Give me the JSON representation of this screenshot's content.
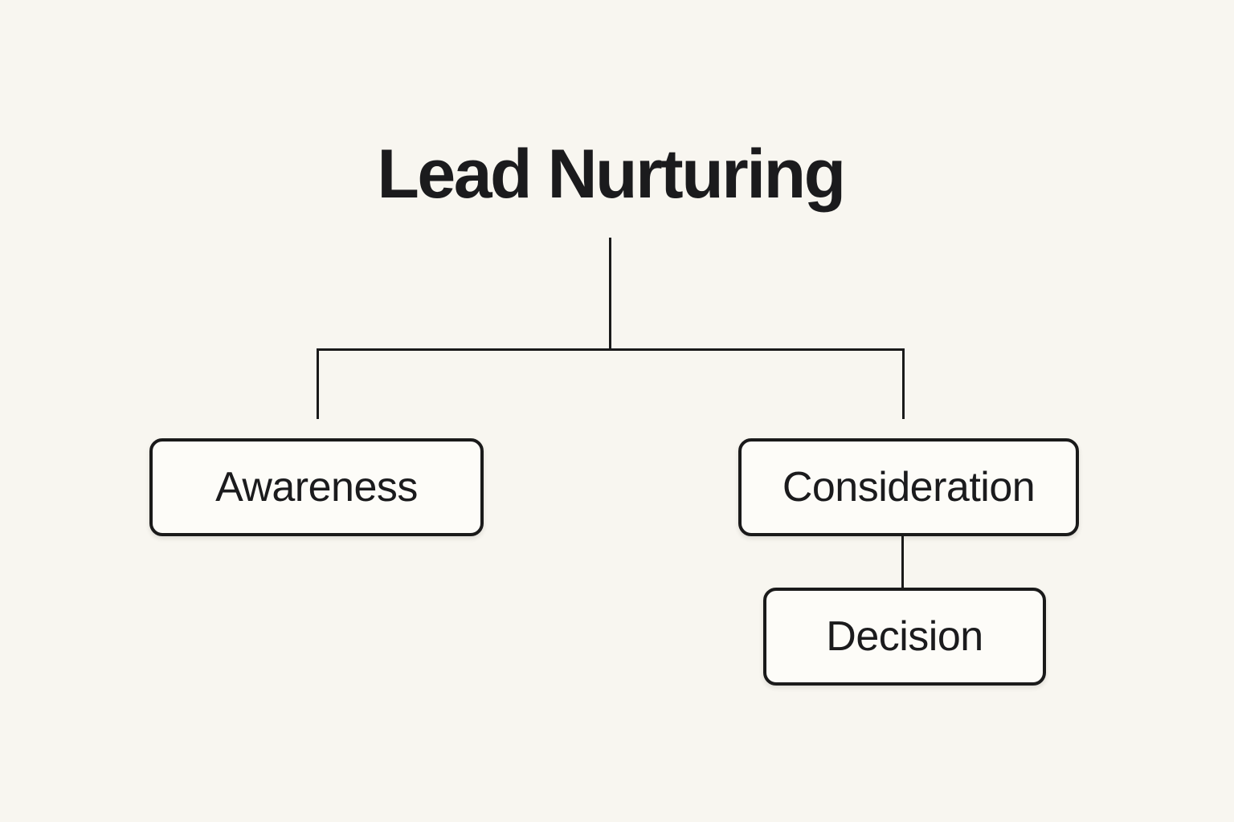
{
  "diagram": {
    "title": "Lead Nurturing",
    "nodes": [
      {
        "id": "awareness",
        "label": "Awareness"
      },
      {
        "id": "consideration",
        "label": "Consideration"
      },
      {
        "id": "decision",
        "label": "Decision"
      }
    ],
    "edges": [
      {
        "from": "lead-nurturing",
        "to": "awareness"
      },
      {
        "from": "lead-nurturing",
        "to": "consideration"
      },
      {
        "from": "consideration",
        "to": "decision"
      }
    ],
    "colors": {
      "background": "#f8f6f0",
      "node_fill": "#fdfcf8",
      "node_border": "#1a1a1a",
      "line": "#1a1a1a",
      "text": "#1b1b1d"
    }
  }
}
